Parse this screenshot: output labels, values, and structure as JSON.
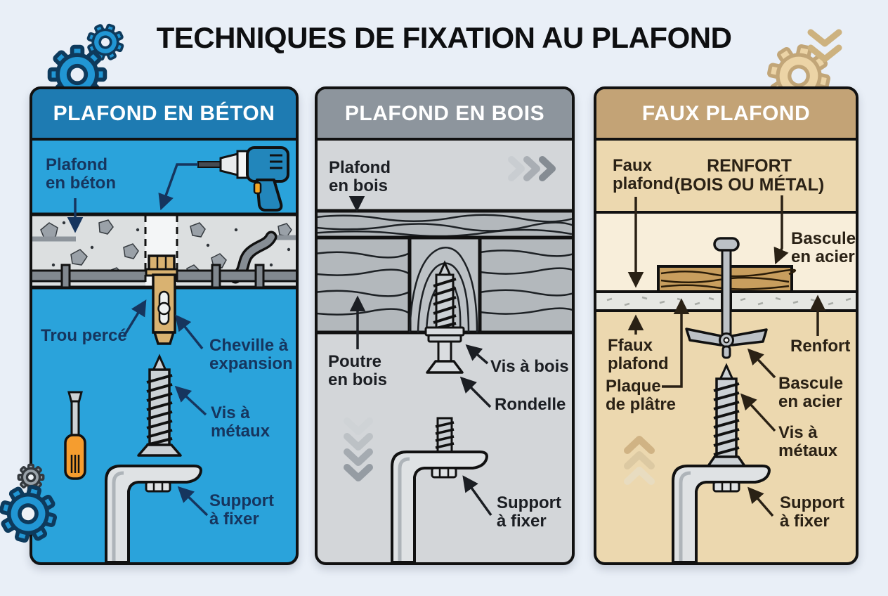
{
  "title": "TECHNIQUES DE FIXATION AU PLAFOND",
  "colors": {
    "background": "#e9eff7",
    "panel_border": "#111111",
    "beton_header": "#1e7bb2",
    "beton_body": "#2aa3db",
    "beton_label": "#16355e",
    "bois_header": "#8d959d",
    "bois_body": "#d3d6d9",
    "bois_label": "#1b1e23",
    "faux_header": "#c3a376",
    "faux_body": "#ecd8af",
    "faux_plenum": "#f8eeda",
    "faux_label": "#2a2115",
    "gear_blue": "#2196d4",
    "gear_tan": "#ecd4a6",
    "anchor_tan": "#d9b271",
    "wood_block": "#c89e5e"
  },
  "panels": {
    "beton": {
      "header": "PLAFOND EN BÉTON",
      "labels": {
        "plafond": "Plafond\nen béton",
        "trou": "Trou percé",
        "cheville": "Cheville à\nexpansion",
        "vis": "Vis à\nmétaux",
        "support": "Support\nà fixer"
      }
    },
    "bois": {
      "header": "PLAFOND EN BOIS",
      "labels": {
        "plafond": "Plafond\nen bois",
        "poutre": "Poutre\nen bois",
        "vis": "Vis à bois",
        "rondelle": "Rondelle",
        "support": "Support\nà fixer"
      }
    },
    "faux": {
      "header": "FAUX PLAFOND",
      "labels": {
        "faux_top": "Faux\nplafond",
        "renfort_top": "RENFORT\n(BOIS OU MÉTAL)",
        "bascule_top": "Bascule\nen acier",
        "ffaux": "Ffaux\nplafond",
        "plaque": "Plaque\nde plâtre",
        "renfort": "Renfort",
        "bascule": "Bascule\nen acier",
        "vis": "Vis à\nmétaux",
        "support": "Support\nà fixer"
      }
    }
  }
}
